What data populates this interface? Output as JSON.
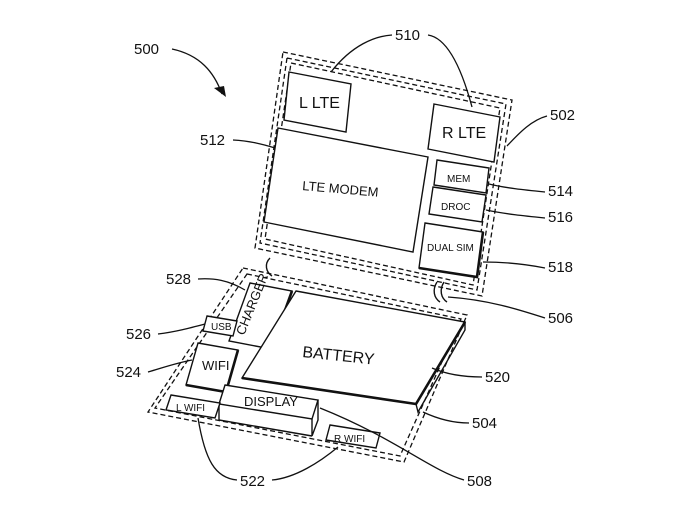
{
  "figure": {
    "ref_main": "500",
    "ref_display_housing": "502",
    "ref_base_housing": "504",
    "ref_hinge": "506",
    "ref_display_conn": "508",
    "ref_lte_antennas": "510",
    "ref_lte_modem": "512",
    "ref_mem": "514",
    "ref_droc": "516",
    "ref_dual_sim": "518",
    "ref_battery": "520",
    "ref_wifi_antennas": "522",
    "ref_wifi": "524",
    "ref_usb": "526",
    "ref_charger": "528"
  },
  "components": {
    "l_lte": "L LTE",
    "r_lte": "R LTE",
    "lte_modem": "LTE MODEM",
    "mem": "MEM",
    "droc": "DROC",
    "dual_sim": "DUAL SIM",
    "charger": "CHARGER",
    "usb": "USB",
    "wifi": "WIFI",
    "battery": "BATTERY",
    "display": "DISPLAY",
    "l_wifi": "L WIFI",
    "r_wifi": "R WIFI"
  }
}
